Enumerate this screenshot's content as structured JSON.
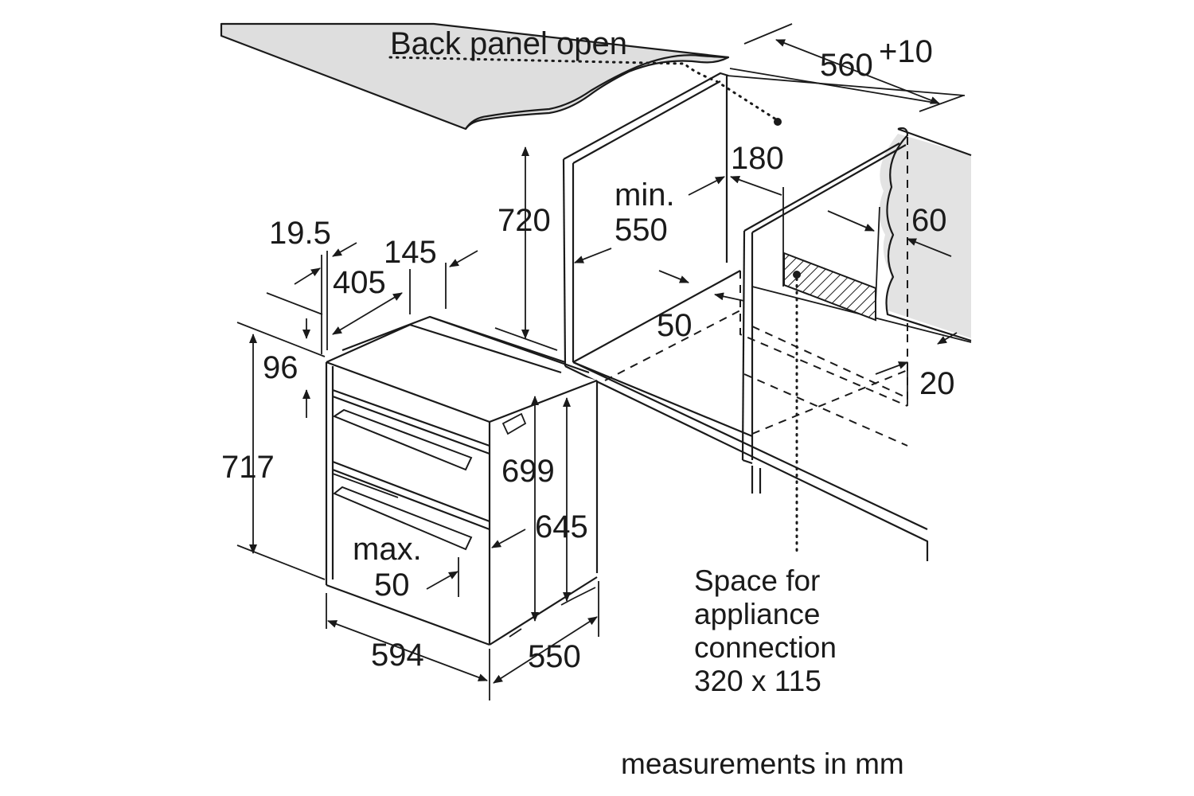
{
  "labels": {
    "back_panel": "Back panel open",
    "niche_width": "560",
    "niche_width_tol": "+10",
    "rear_180": "180",
    "min_label": "min.",
    "niche_depth": "550",
    "niche_height": "720",
    "side_60": "60",
    "gap_50": "50",
    "side_20": "20",
    "d_19_5": "19.5",
    "d_145": "145",
    "d_405": "405",
    "d_96": "96",
    "oven_height": "717",
    "body_height": "699",
    "body_height_2": "645",
    "max_label": "max.",
    "max_value": "50",
    "oven_width": "594",
    "oven_depth": "550",
    "conn_line1": "Space for",
    "conn_line2": "appliance",
    "conn_line3": "connection",
    "conn_line4": "320 x 115",
    "units": "measurements in mm"
  },
  "colors": {
    "ink": "#1a1a1a",
    "worktop": "#dedede",
    "wall": "#e3e3e3",
    "background": "#ffffff"
  }
}
